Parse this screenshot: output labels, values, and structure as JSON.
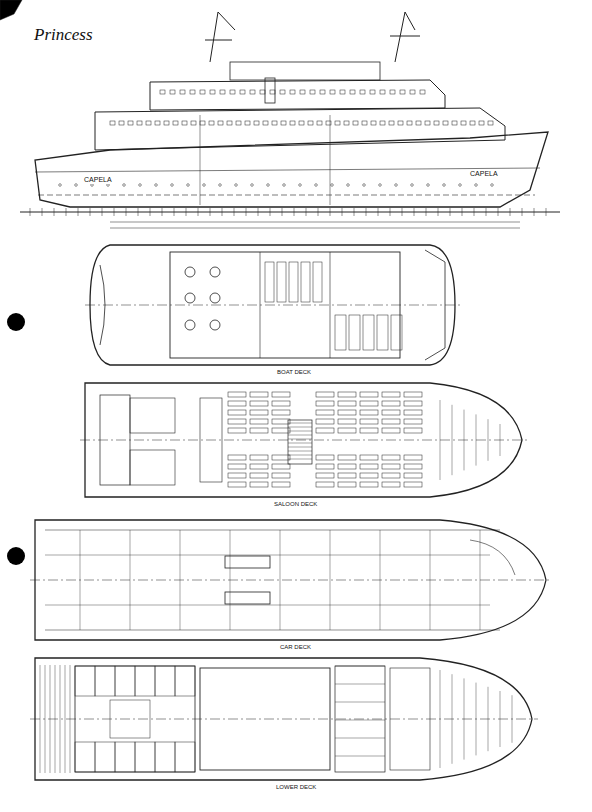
{
  "diagram": {
    "labels": [
      "Princess",
      "CAPELA",
      "CAPELA",
      "BOAT DECK",
      "SALOON DECK",
      "CAR DECK",
      "LOWER DECK"
    ]
  }
}
